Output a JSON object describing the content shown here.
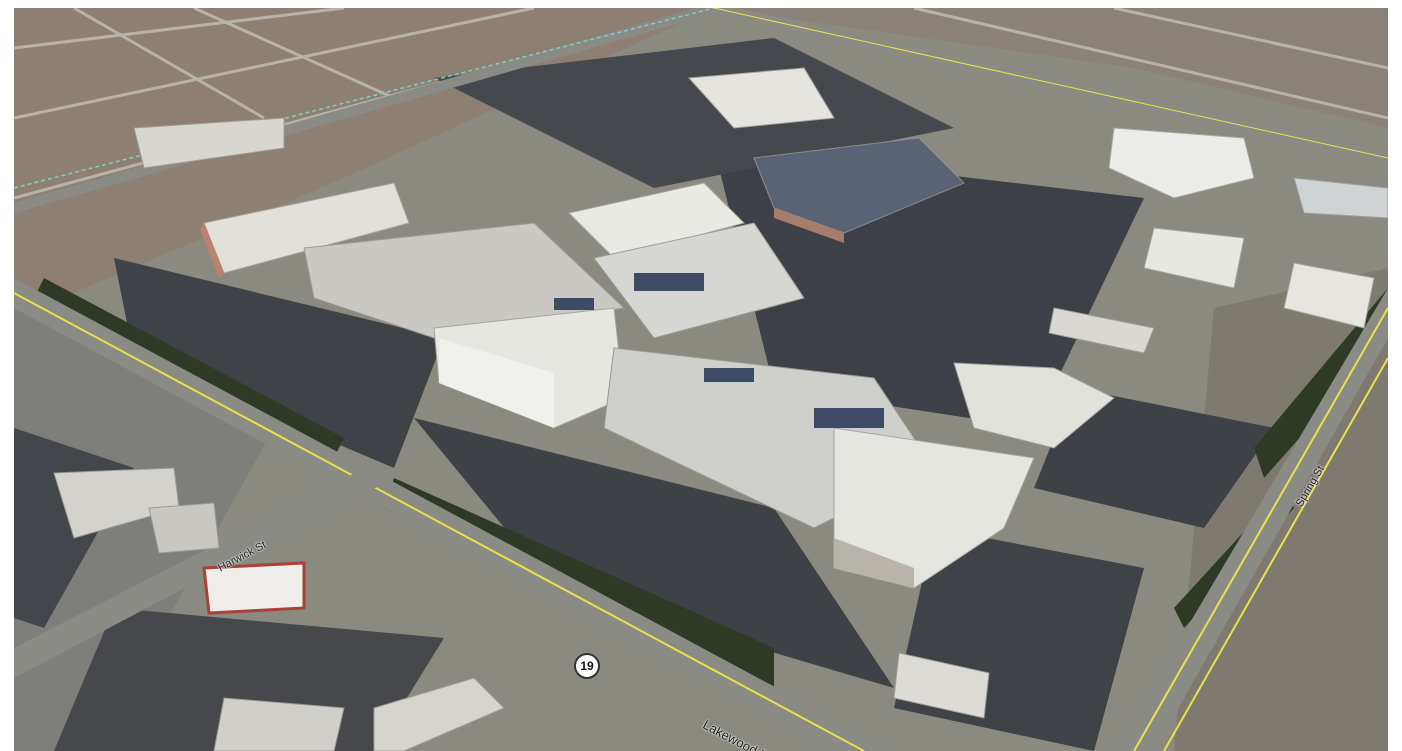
{
  "map": {
    "view": "aerial-3d",
    "route_shield": "19",
    "roads": [
      {
        "id": "lakewood",
        "label": "Lakewood Bl"
      },
      {
        "id": "harwick",
        "label": "Harwick St"
      },
      {
        "id": "right-ave",
        "label": "Spring St"
      }
    ],
    "colors": {
      "parking": "#3e4146",
      "roof": "#e4e3dd",
      "trees": "#2f3a26",
      "road_line": "#e8e14a",
      "road": "#8b8b86"
    }
  }
}
